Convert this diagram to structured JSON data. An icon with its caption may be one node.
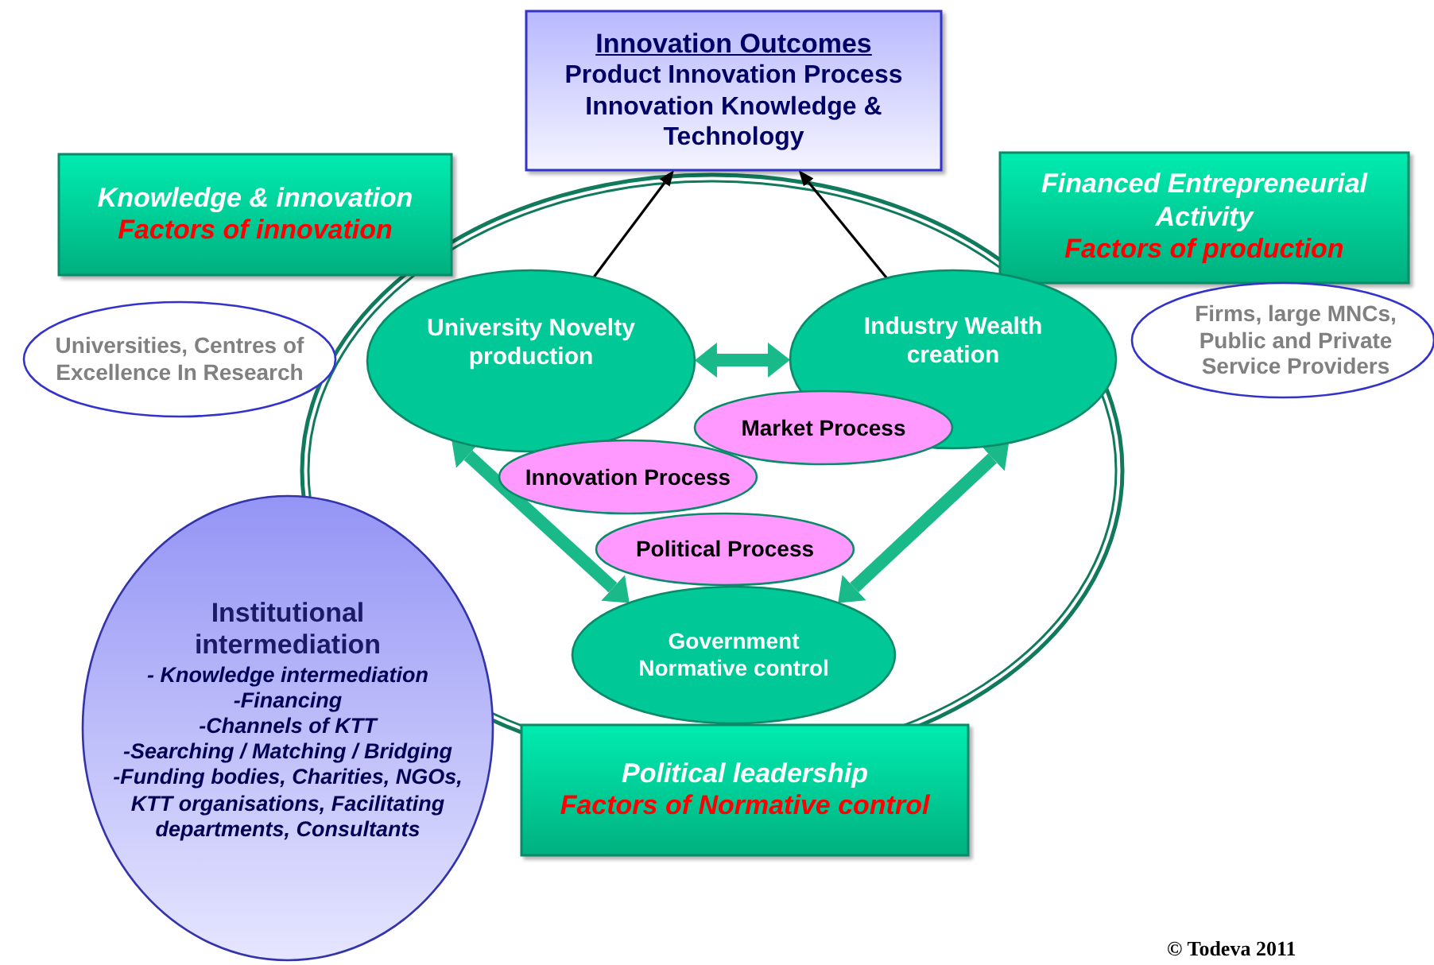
{
  "diagram": {
    "nodes": [
      {
        "text": [
          "Innovation Outcomes",
          "Product Innovation Process Innovation Knowledge & Technology"
        ]
      },
      {
        "text": [
          "Knowledge & innovation",
          "Factors of innovation"
        ]
      },
      {
        "text": [
          "Universities, Centres of Excellence In Research"
        ]
      },
      {
        "text": [
          "Financed Entrepreneurial Activity",
          "Factors of production"
        ]
      },
      {
        "text": [
          "Firms, large MNCs, Public and Private Service Providers"
        ]
      },
      {
        "text": [
          "University Novelty production"
        ]
      },
      {
        "text": [
          "Industry Wealth creation"
        ]
      },
      {
        "text": [
          "Market Process"
        ]
      },
      {
        "text": [
          "Innovation Process"
        ]
      },
      {
        "text": [
          "Political Process"
        ]
      },
      {
        "text": [
          "Government Normative control"
        ]
      },
      {
        "text": [
          "Institutional intermediation",
          "- Knowledge intermediation",
          "-Financing",
          "-Channels of KTT",
          "-Searching / Matching / Bridging",
          "-Funding bodies, Charities, NGOs, KTT organisations, Facilitating departments, Consultants"
        ]
      },
      {
        "text": [
          "Political leadership",
          "Factors of Normative  control"
        ]
      }
    ],
    "edges": [
      {
        "from": 5,
        "to": 0,
        "arrow": "to",
        "color": "#000000"
      },
      {
        "from": 6,
        "to": 0,
        "arrow": "to",
        "color": "#000000"
      },
      {
        "from": 5,
        "to": 6,
        "arrow": "both"
      },
      {
        "from": 5,
        "to": 10,
        "arrow": "both"
      },
      {
        "from": 6,
        "to": 10,
        "arrow": "both"
      }
    ],
    "labels": [
      "© Todeva 2011"
    ]
  }
}
